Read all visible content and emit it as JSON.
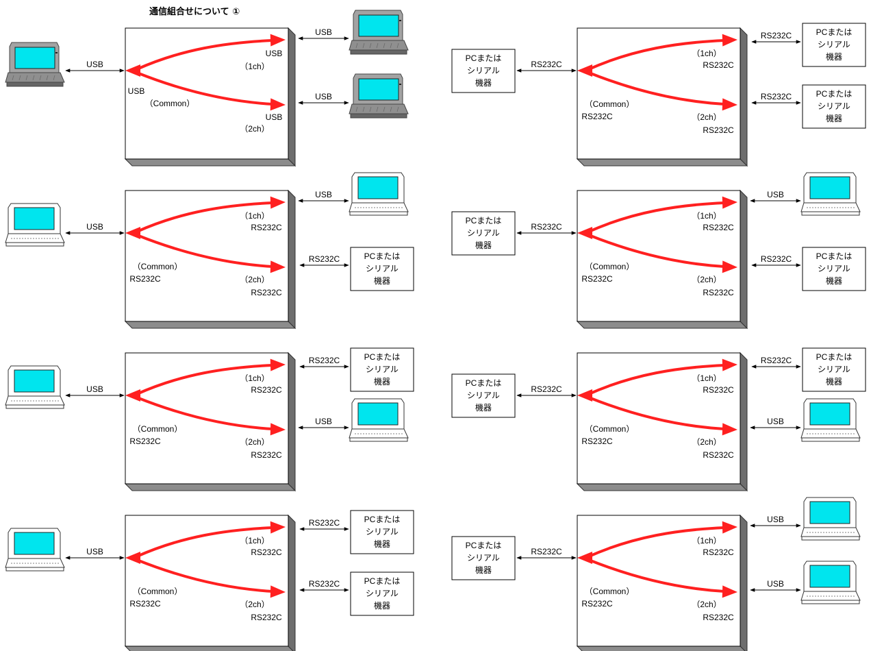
{
  "title": "通信組合せについて ①",
  "labels": {
    "usb": "USB",
    "rs232c": "RS232C",
    "ch1": "（1ch）",
    "ch2": "（2ch）",
    "common": "（Common）",
    "device_line1": "PCまたは",
    "device_line2": "シリアル",
    "device_line3": "機器"
  },
  "colors": {
    "arrow": "#ff2020",
    "screen": "#00e5ee",
    "panel_shadow": "#8c8c8c",
    "laptop_body": "#8f8f8f"
  },
  "icons": {
    "computer": "laptop-icon",
    "device": "serial-device-box"
  },
  "diagrams": [
    {
      "id": "usb-usb-usb",
      "host": "laptop",
      "host_style": "gray",
      "host_link": "usb",
      "common_if": "usb",
      "ch1_if": "usb",
      "ch2_if": "usb",
      "peer1": "laptop",
      "peer1_style": "gray",
      "peer1_link": "usb",
      "peer2": "laptop",
      "peer2_style": "gray",
      "peer2_link": "usb"
    },
    {
      "id": "rs-rs-rs",
      "host": "device",
      "host_link": "rs232c",
      "common_if": "rs232c",
      "ch1_if": "rs232c",
      "ch2_if": "rs232c",
      "peer1": "device",
      "peer1_link": "rs232c",
      "peer2": "device",
      "peer2_link": "rs232c"
    },
    {
      "id": "usb-host-usb-rs",
      "host": "laptop",
      "host_style": "white",
      "host_link": "usb",
      "common_if": "rs232c",
      "ch1_if": "rs232c",
      "ch2_if": "rs232c",
      "peer1": "laptop",
      "peer1_style": "white",
      "peer1_link": "usb",
      "peer2": "device",
      "peer2_link": "rs232c"
    },
    {
      "id": "rs-host-usb-rs",
      "host": "device",
      "host_link": "rs232c",
      "common_if": "rs232c",
      "ch1_if": "rs232c",
      "ch2_if": "rs232c",
      "peer1": "laptop",
      "peer1_style": "white",
      "peer1_link": "usb",
      "peer2": "device",
      "peer2_link": "rs232c"
    },
    {
      "id": "usb-host-rs-usb",
      "host": "laptop",
      "host_style": "white",
      "host_link": "usb",
      "common_if": "rs232c",
      "ch1_if": "rs232c",
      "ch2_if": "rs232c",
      "peer1": "device",
      "peer1_link": "rs232c",
      "peer2": "laptop",
      "peer2_style": "white",
      "peer2_link": "usb"
    },
    {
      "id": "rs-host-rs-usb",
      "host": "device",
      "host_link": "rs232c",
      "common_if": "rs232c",
      "ch1_if": "rs232c",
      "ch2_if": "rs232c",
      "peer1": "device",
      "peer1_link": "rs232c",
      "peer2": "laptop",
      "peer2_style": "white",
      "peer2_link": "usb"
    },
    {
      "id": "usb-host-rs-rs",
      "host": "laptop",
      "host_style": "white",
      "host_link": "usb",
      "common_if": "rs232c",
      "ch1_if": "rs232c",
      "ch2_if": "rs232c",
      "peer1": "device",
      "peer1_link": "rs232c",
      "peer2": "device",
      "peer2_link": "rs232c"
    },
    {
      "id": "rs-host-usb-usb",
      "host": "device",
      "host_link": "rs232c",
      "common_if": "rs232c",
      "ch1_if": "rs232c",
      "ch2_if": "rs232c",
      "peer1": "laptop",
      "peer1_style": "white",
      "peer1_link": "usb",
      "peer2": "laptop",
      "peer2_style": "white",
      "peer2_link": "usb"
    }
  ]
}
